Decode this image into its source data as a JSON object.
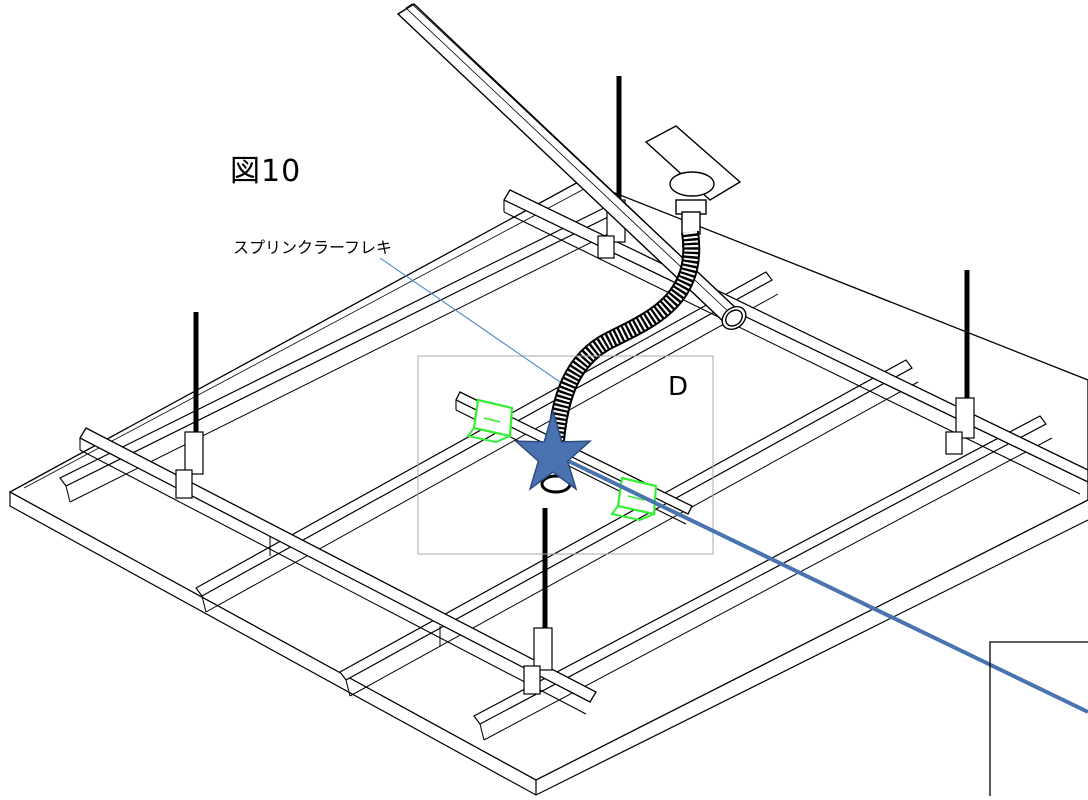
{
  "figure": {
    "title": "図10",
    "callout_label": "スプリンクラーフレキ",
    "detail_label": "D"
  },
  "colors": {
    "line": "#000000",
    "board": "#ffffff",
    "leader": "#5b8ccb",
    "pointer": "#4a74b0",
    "star": "#4a72b0",
    "star_edge": "#2d4d80",
    "clip": "#33ee33",
    "detail_frame": "#aaaaaa"
  },
  "icons": {
    "marker": "star-marker-icon"
  }
}
